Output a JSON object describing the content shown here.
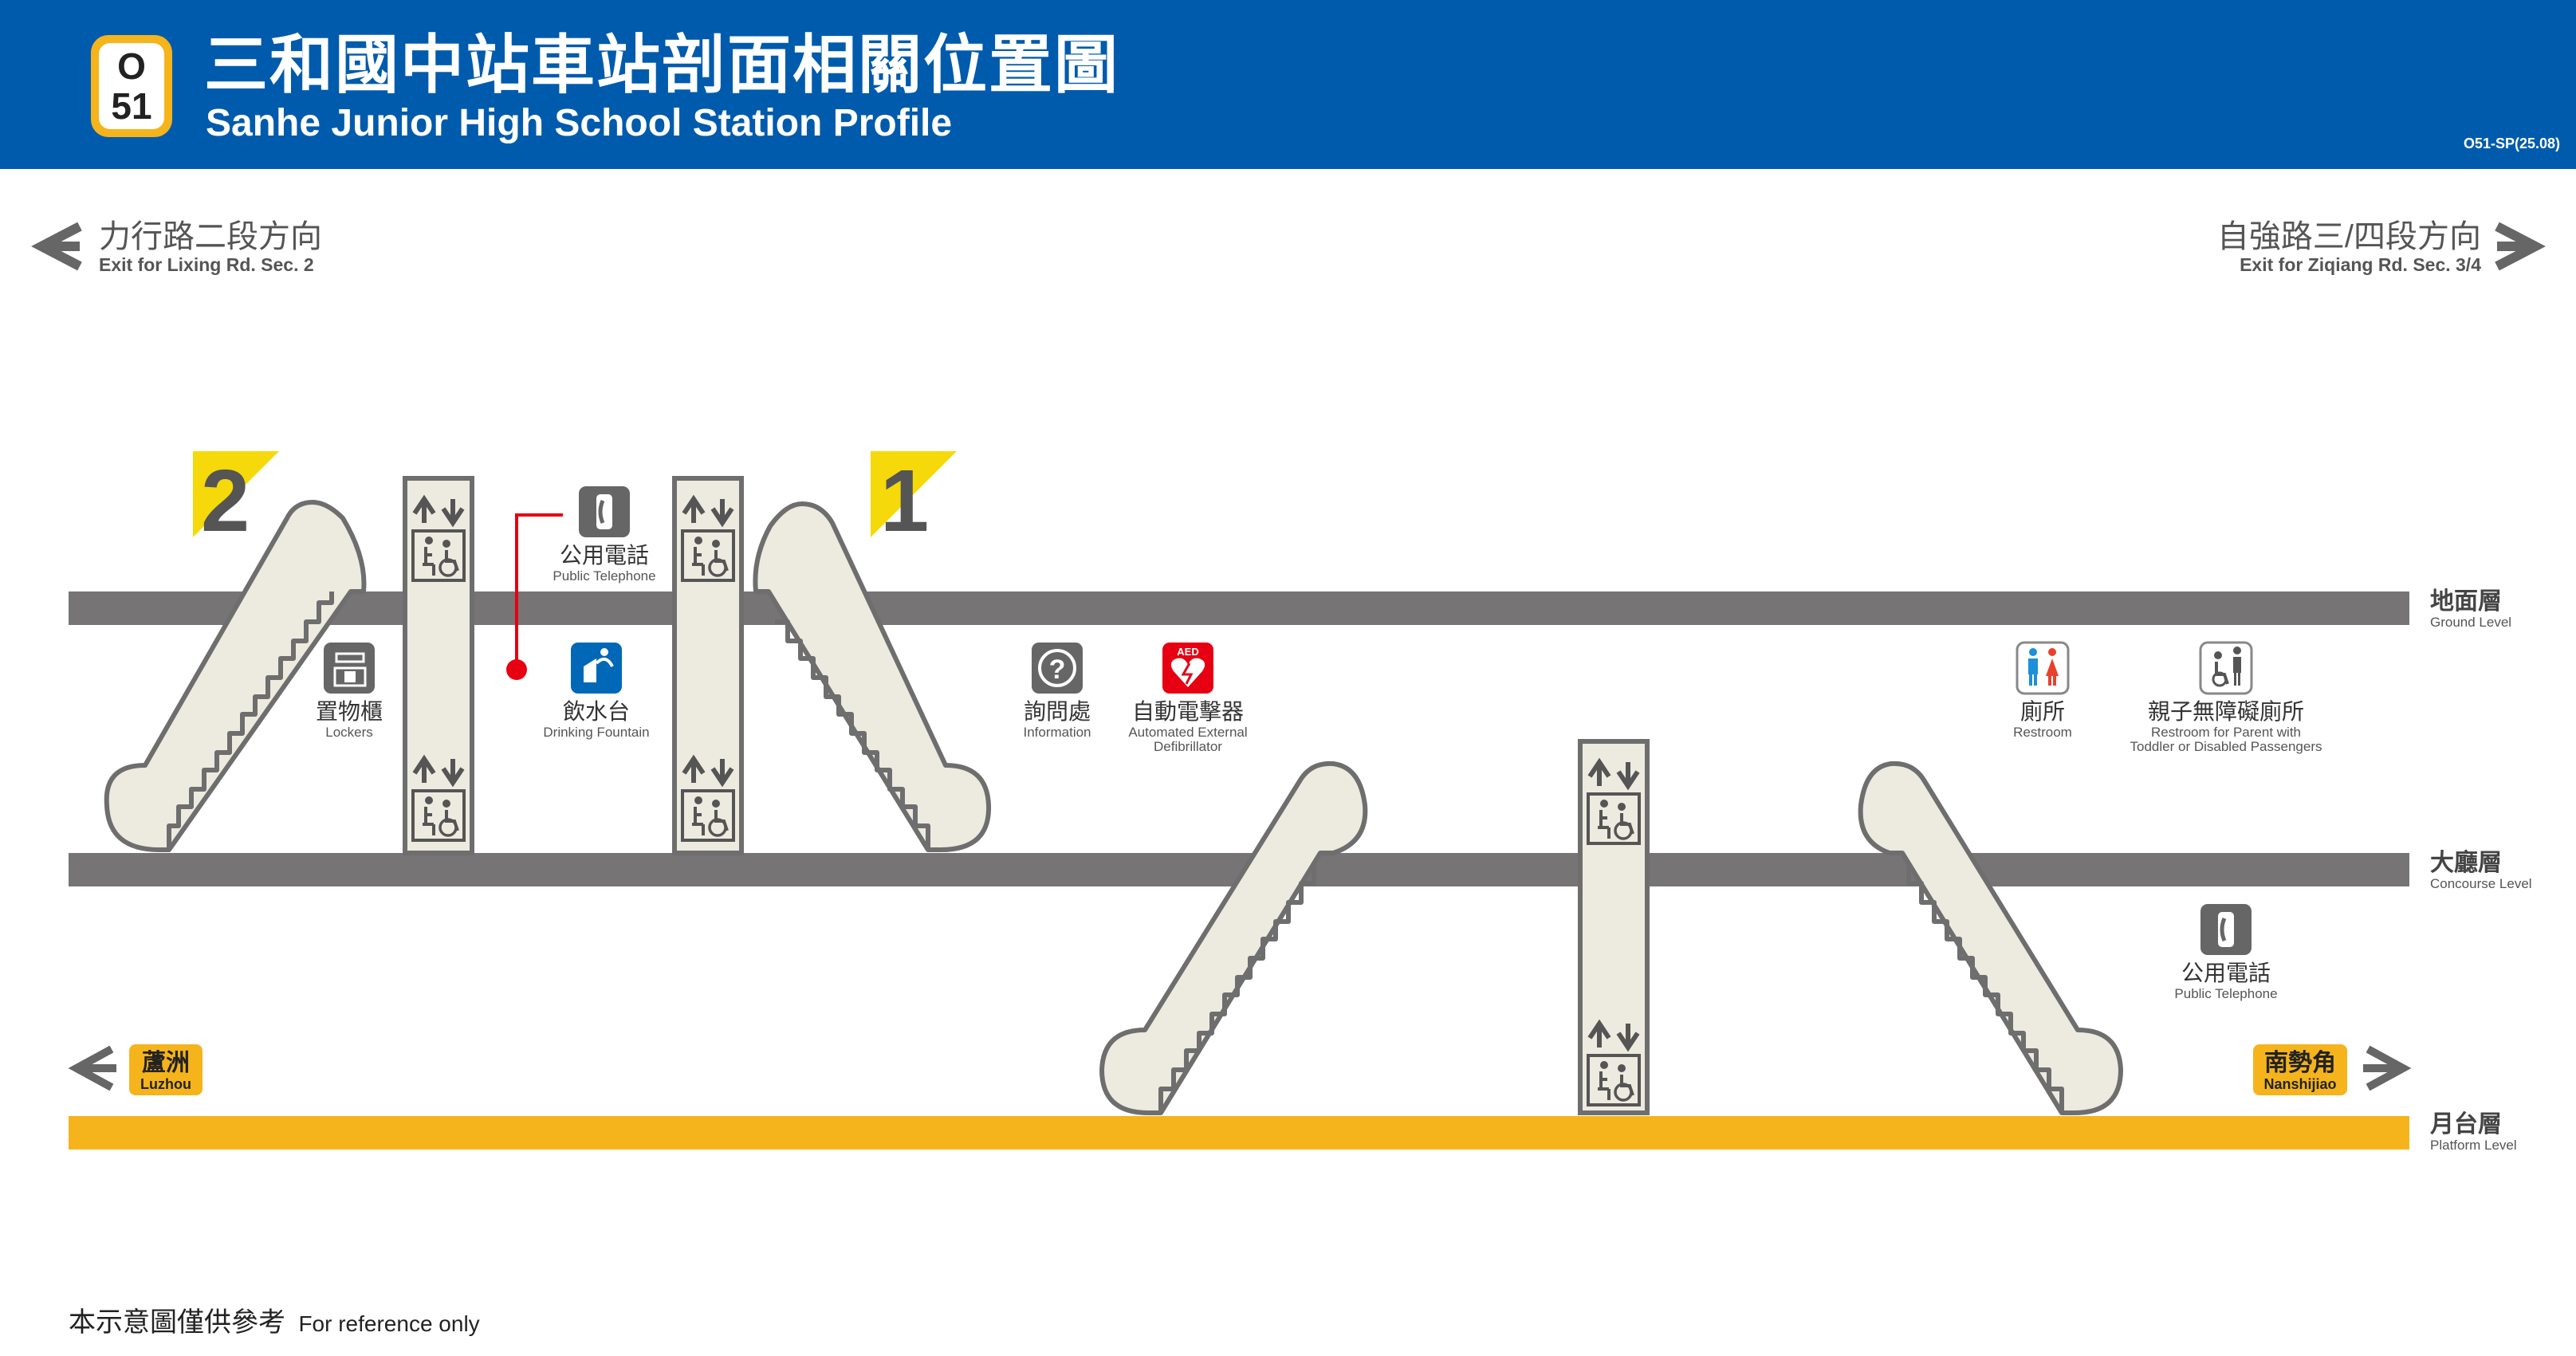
{
  "header": {
    "line_code": "O",
    "station_number": "51",
    "title_zh": "三和國中站車站剖面相關位置圖",
    "title_en": "Sanhe Junior High School Station Profile",
    "doc_code": "O51-SP(25.08)"
  },
  "directions": {
    "left_zh": "力行路二段方向",
    "left_en": "Exit for Lixing Rd. Sec. 2",
    "right_zh": "自強路三/四段方向",
    "right_en": "Exit for Ziqiang Rd. Sec. 3/4"
  },
  "exits": [
    "2",
    "1"
  ],
  "levels": {
    "ground_zh": "地面層",
    "ground_en": "Ground Level",
    "concourse_zh": "大廳層",
    "concourse_en": "Concourse Level",
    "platform_zh": "月台層",
    "platform_en": "Platform Level"
  },
  "facilities": {
    "telephone_top_zh": "公用電話",
    "telephone_top_en": "Public Telephone",
    "lockers_zh": "置物櫃",
    "lockers_en": "Lockers",
    "fountain_zh": "飲水台",
    "fountain_en": "Drinking Fountain",
    "info_zh": "詢問處",
    "info_en": "Information",
    "aed_label": "AED",
    "aed_zh": "自動電擊器",
    "aed_en_1": "Automated External",
    "aed_en_2": "Defibrillator",
    "restroom_zh": "廁所",
    "restroom_en": "Restroom",
    "family_zh": "親子無障礙廁所",
    "family_en_1": "Restroom for Parent with",
    "family_en_2": "Toddler or Disabled Passengers",
    "telephone_bottom_zh": "公用電話",
    "telephone_bottom_en": "Public Telephone"
  },
  "platform_directions": {
    "left_zh": "蘆洲",
    "left_en": "Luzhou",
    "right_zh": "南勢角",
    "right_en": "Nanshijiao"
  },
  "footer": {
    "note_zh": "本示意圖僅供參考",
    "note_en": "For reference only"
  },
  "colors": {
    "header_blue": "#005BAC",
    "line_orange": "#F5B41C",
    "level_gray": "#767474",
    "structure_fill": "#EDEADF",
    "structure_stroke": "#6E6E6E",
    "aed_red": "#E60012",
    "fountain_blue": "#0068B7",
    "red_marker": "#E60012"
  }
}
